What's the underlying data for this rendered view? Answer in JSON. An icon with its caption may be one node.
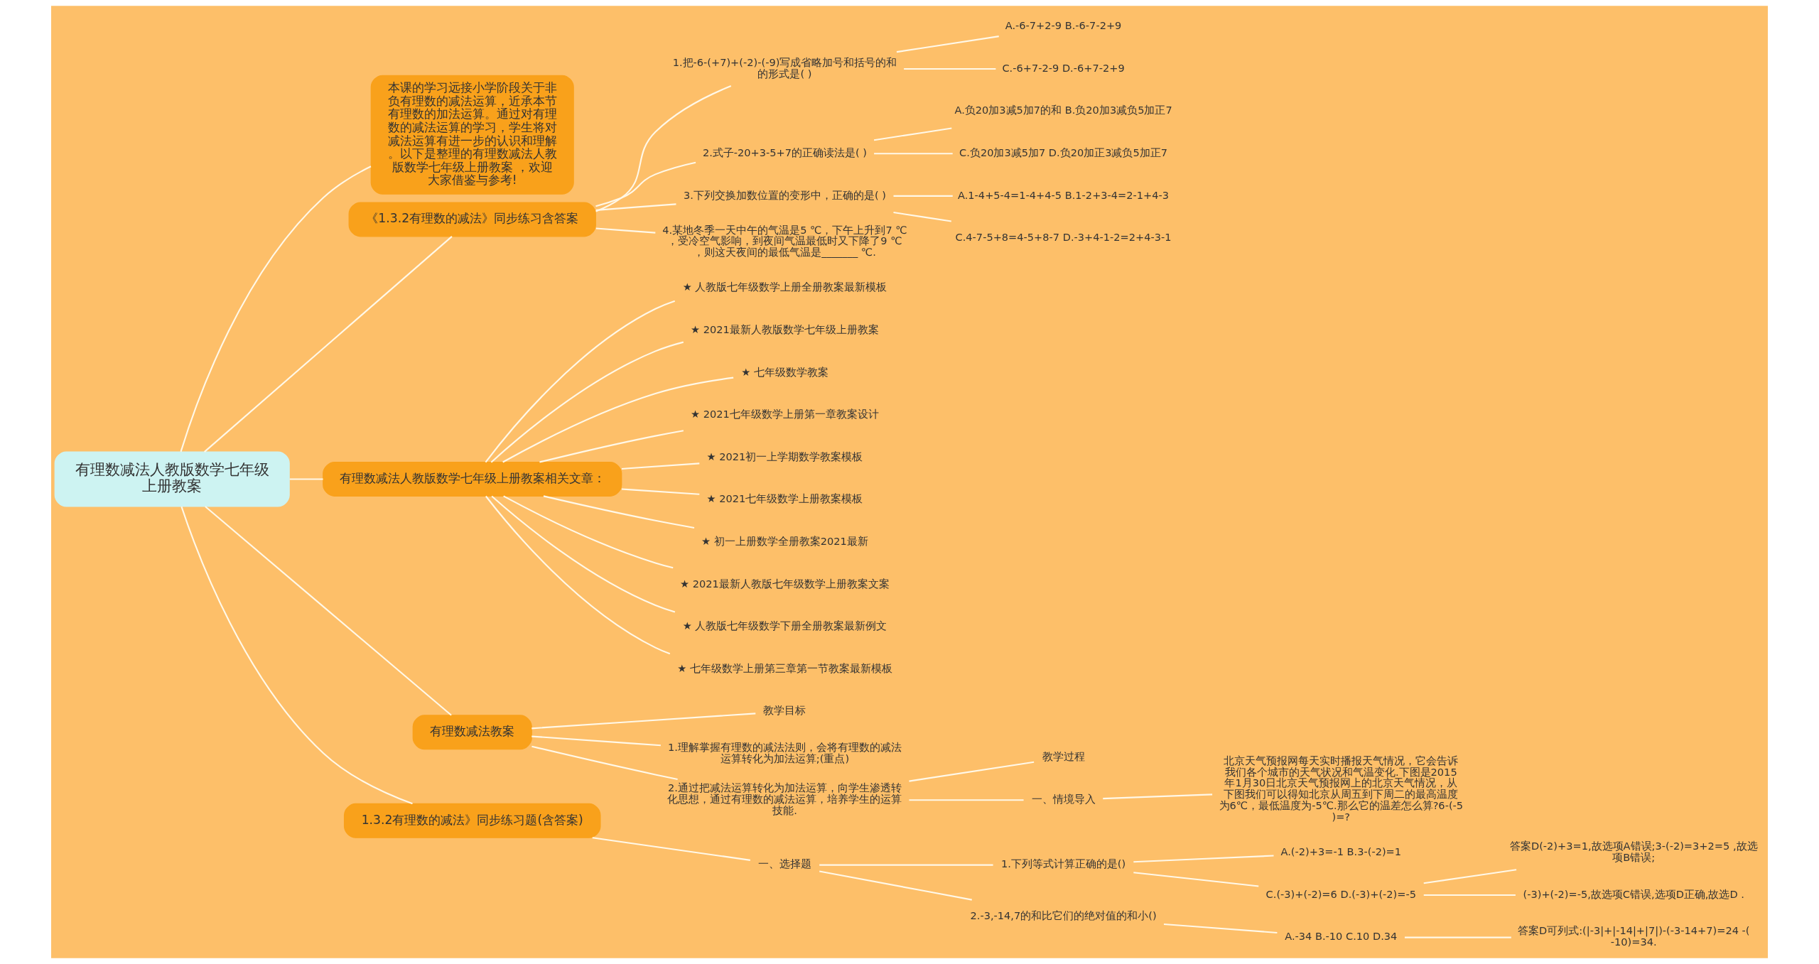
{
  "diagram": {
    "nodes": [
      {
        "text": [
          "有理数减法人教版数学七年级上册教案"
        ]
      },
      {
        "text": [
          "本课的学习远接小学阶段关于非负有理数的减法运算，近承本节有理数的加法运算。通过对有理数的减法运算的学习，学生将对减法运算有进一步的认识和理解。以下是整理的有理数减法人教版数学七年级上册教案 ，欢迎大家借鉴与参考!"
        ]
      },
      {
        "text": [
          "《1.3.2有理数的减法》同步练习含答案"
        ]
      },
      {
        "text": [
          "1.把-6-(+7)+(-2)-(-9)写成省略加号和括号的和的形式是( )"
        ]
      },
      {
        "text": [
          "A.-6-7+2-9 B.-6-7-2+9"
        ]
      },
      {
        "text": [
          "C.-6+7-2-9 D.-6+7-2+9"
        ]
      },
      {
        "text": [
          "2.式子-20+3-5+7的正确读法是( )"
        ]
      },
      {
        "text": [
          "A.负20加3减5加7的和 B.负20加3减负5加正7"
        ]
      },
      {
        "text": [
          "C.负20加3减5加7 D.负20加正3减负5加正7"
        ]
      },
      {
        "text": [
          "3.下列交换加数位置的变形中，正确的是( )"
        ]
      },
      {
        "text": [
          "A.1-4+5-4=1-4+4-5 B.1-2+3-4=2-1+4-3"
        ]
      },
      {
        "text": [
          "C.4-7-5+8=4-5+8-7 D.-3+4-1-2=2+4-3-1"
        ]
      },
      {
        "text": [
          "4.某地冬季一天中午的气温是5 ℃，下午上升到7 ℃，受冷空气影响，到夜间气温最低时又下降了9 ℃，则这天夜间的最低气温是_______ ℃."
        ]
      },
      {
        "text": [
          "有理数减法人教版数学七年级上册教案相关文章："
        ]
      },
      {
        "text": [
          "★ 人教版七年级数学上册全册教案最新模板"
        ]
      },
      {
        "text": [
          "★ 2021最新人教版数学七年级上册教案"
        ]
      },
      {
        "text": [
          "★ 七年级数学教案"
        ]
      },
      {
        "text": [
          "★ 2021七年级数学上册第一章教案设计"
        ]
      },
      {
        "text": [
          "★ 2021初一上学期数学教案模板"
        ]
      },
      {
        "text": [
          "★ 2021七年级数学上册教案模板"
        ]
      },
      {
        "text": [
          "★ 初一上册数学全册教案2021最新"
        ]
      },
      {
        "text": [
          "★ 2021最新人教版七年级数学上册教案文案"
        ]
      },
      {
        "text": [
          "★ 人教版七年级数学下册全册教案最新例文"
        ]
      },
      {
        "text": [
          "★ 七年级数学上册第三章第一节教案最新模板"
        ]
      },
      {
        "text": [
          "有理数减法教案"
        ]
      },
      {
        "text": [
          "教学目标"
        ]
      },
      {
        "text": [
          "1.理解掌握有理数的减法法则，会将有理数的减法运算转化为加法运算;(重点)"
        ]
      },
      {
        "text": [
          "2.通过把减法运算转化为加法运算，向学生渗透转化思想，通过有理数的减法运算，培养学生的运算技能."
        ]
      },
      {
        "text": [
          "教学过程"
        ]
      },
      {
        "text": [
          "一、情境导入"
        ]
      },
      {
        "text": [
          "北京天气预报网每天实时播报天气情况，它会告诉我们各个城市的天气状况和气温变化.下图是2015年1月30日北京天气预报网上的北京天气情况，从下图我们可以得知北京从周五到下周二的最高温度为6℃，最低温度为-5℃.那么它的温差怎么算?6-(-5)=?"
        ]
      },
      {
        "text": [
          "1.3.2有理数的减法》同步练习题(含答案)"
        ]
      },
      {
        "text": [
          "一、选择题"
        ]
      },
      {
        "text": [
          "1.下列等式计算正确的是()"
        ]
      },
      {
        "text": [
          "A.(-2)+3=-1 B.3-(-2)=1"
        ]
      },
      {
        "text": [
          "C.(-3)+(-2)=6 D.(-3)+(-2)=-5"
        ]
      },
      {
        "text": [
          "答案D(-2)+3=1,故选项A错误;3-(-2)=3+2=5 ,故选项B错误;"
        ]
      },
      {
        "text": [
          "(-3)+(-2)=-5,故选项C错误,选项D正确,故选D ."
        ]
      },
      {
        "text": [
          "2.-3,-14,7的和比它们的绝对值的和小()"
        ]
      },
      {
        "text": [
          "A.-34 B.-10 C.10 D.34"
        ]
      },
      {
        "text": [
          "答案D可列式:(|-3|+|-14|+|7|)-(-3-14+7)=24 -(-10)=34."
        ]
      }
    ],
    "edges": [
      {
        "from": 0,
        "to": 1,
        "arrow": "none"
      },
      {
        "from": 0,
        "to": 2,
        "arrow": "none"
      },
      {
        "from": 2,
        "to": 3,
        "arrow": "none"
      },
      {
        "from": 3,
        "to": 4,
        "arrow": "none"
      },
      {
        "from": 3,
        "to": 5,
        "arrow": "none"
      },
      {
        "from": 2,
        "to": 6,
        "arrow": "none"
      },
      {
        "from": 6,
        "to": 7,
        "arrow": "none"
      },
      {
        "from": 6,
        "to": 8,
        "arrow": "none"
      },
      {
        "from": 2,
        "to": 9,
        "arrow": "none"
      },
      {
        "from": 9,
        "to": 10,
        "arrow": "none"
      },
      {
        "from": 9,
        "to": 11,
        "arrow": "none"
      },
      {
        "from": 2,
        "to": 12,
        "arrow": "none"
      },
      {
        "from": 0,
        "to": 13,
        "arrow": "none"
      },
      {
        "from": 13,
        "to": 14,
        "arrow": "none"
      },
      {
        "from": 13,
        "to": 15,
        "arrow": "none"
      },
      {
        "from": 13,
        "to": 16,
        "arrow": "none"
      },
      {
        "from": 13,
        "to": 17,
        "arrow": "none"
      },
      {
        "from": 13,
        "to": 18,
        "arrow": "none"
      },
      {
        "from": 13,
        "to": 19,
        "arrow": "none"
      },
      {
        "from": 13,
        "to": 20,
        "arrow": "none"
      },
      {
        "from": 13,
        "to": 21,
        "arrow": "none"
      },
      {
        "from": 13,
        "to": 22,
        "arrow": "none"
      },
      {
        "from": 13,
        "to": 23,
        "arrow": "none"
      },
      {
        "from": 0,
        "to": 24,
        "arrow": "none"
      },
      {
        "from": 24,
        "to": 25,
        "arrow": "none"
      },
      {
        "from": 24,
        "to": 26,
        "arrow": "none"
      },
      {
        "from": 24,
        "to": 27,
        "arrow": "none"
      },
      {
        "from": 27,
        "to": 28,
        "arrow": "none"
      },
      {
        "from": 27,
        "to": 29,
        "arrow": "none"
      },
      {
        "from": 29,
        "to": 30,
        "arrow": "none"
      },
      {
        "from": 0,
        "to": 31,
        "arrow": "none"
      },
      {
        "from": 31,
        "to": 32,
        "arrow": "none"
      },
      {
        "from": 32,
        "to": 33,
        "arrow": "none"
      },
      {
        "from": 33,
        "to": 34,
        "arrow": "none"
      },
      {
        "from": 33,
        "to": 35,
        "arrow": "none"
      },
      {
        "from": 35,
        "to": 36,
        "arrow": "none"
      },
      {
        "from": 35,
        "to": 37,
        "arrow": "none"
      },
      {
        "from": 32,
        "to": 38,
        "arrow": "none"
      },
      {
        "from": 38,
        "to": 39,
        "arrow": "none"
      },
      {
        "from": 39,
        "to": 40,
        "arrow": "none"
      }
    ]
  }
}
